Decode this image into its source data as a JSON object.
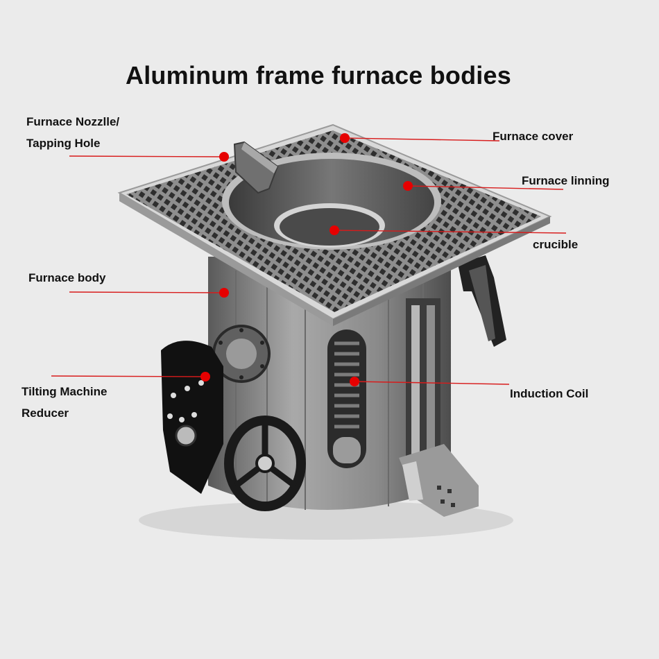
{
  "title": "Aluminum frame furnace bodies",
  "colors": {
    "background": "#ebebeb",
    "leader": "#d81b1b",
    "marker": "#e60000"
  },
  "labels": {
    "nozzle_line1": "Furnace Nozzlle/",
    "nozzle_line2": "Tapping Hole",
    "cover": "Furnace cover",
    "lining": "Furnace linning",
    "crucible": "crucible",
    "body": "Furnace body",
    "reducer_line1": "Tilting Machine",
    "reducer_line2": "Reducer",
    "coil": "Induction Coil"
  }
}
